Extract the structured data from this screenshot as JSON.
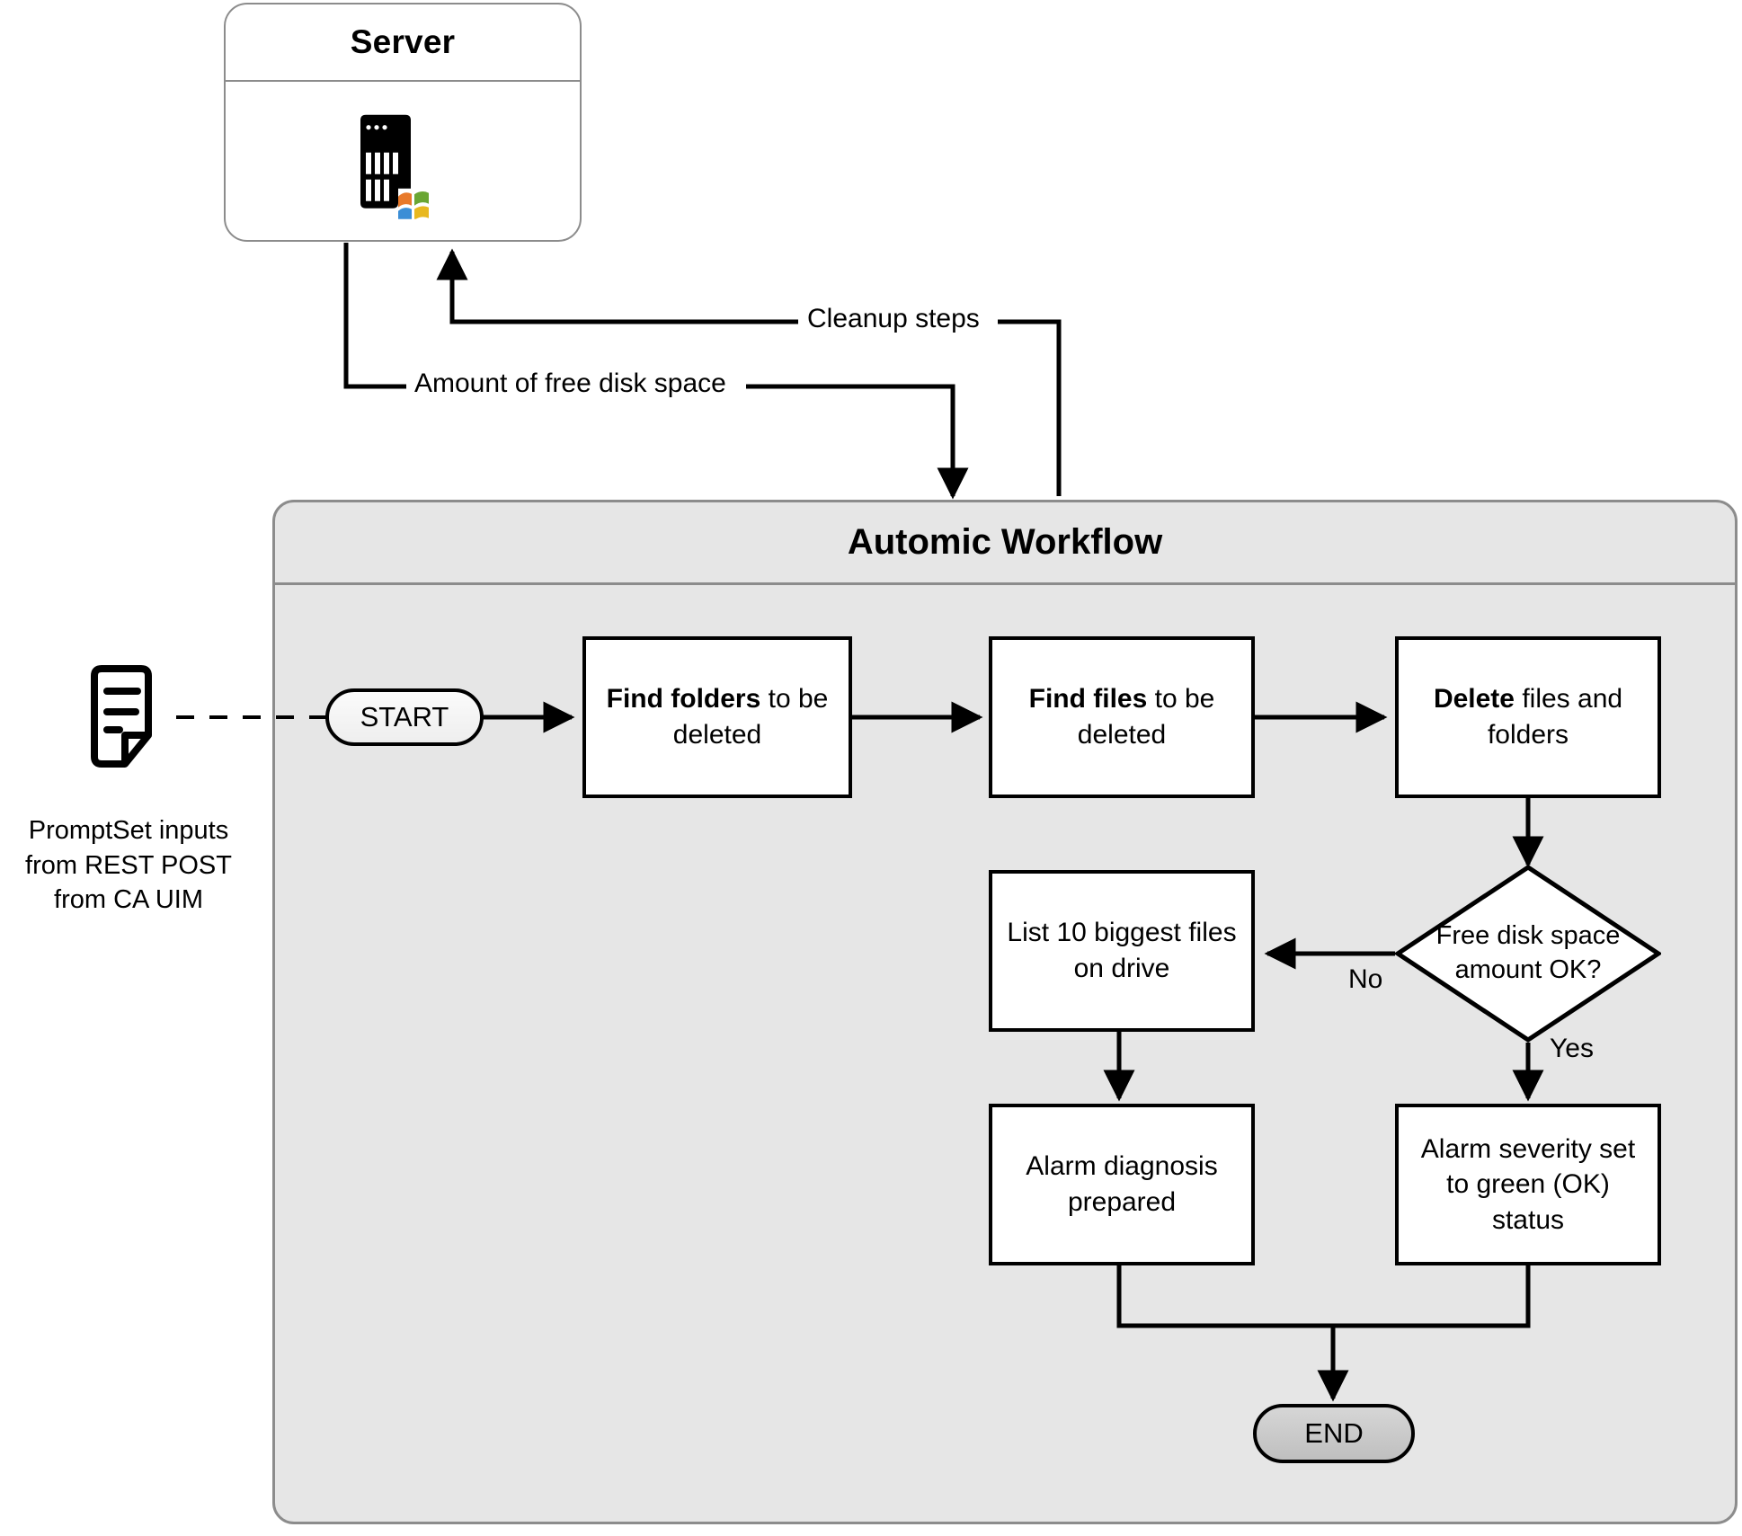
{
  "diagram": {
    "title_server": "Server",
    "title_workflow": "Automic Workflow"
  },
  "server": {
    "label": "Server",
    "icon": "server-tower-icon",
    "os_icon": "windows-logo-icon"
  },
  "workflow": {
    "label": "Automic Workflow"
  },
  "promptset": {
    "icon": "document-icon",
    "caption_line1": "PromptSet inputs",
    "caption_line2": "from REST POST",
    "caption_line3": "from CA UIM"
  },
  "connections": {
    "free_disk_space": "Amount of free disk space",
    "cleanup_steps": "Cleanup steps",
    "decision_no": "No",
    "decision_yes": "Yes"
  },
  "nodes": {
    "start": "START",
    "end": "END",
    "find_folders_bold": "Find folders",
    "find_folders_rest": " to be deleted",
    "find_files_bold": "Find files",
    "find_files_rest": " to be deleted",
    "delete_bold": "Delete",
    "delete_rest": " files and folders",
    "decision": "Free disk space amount OK?",
    "list_biggest": "List 10 biggest files on drive",
    "alarm_diagnosis": "Alarm diagnosis prepared",
    "alarm_severity": "Alarm severity set to green (OK) status"
  },
  "colors": {
    "container_border": "#8c8c8c",
    "container_fill": "#e6e6e6",
    "node_border": "#000000",
    "node_fill": "#ffffff",
    "end_fill": "#c6c6c6"
  }
}
